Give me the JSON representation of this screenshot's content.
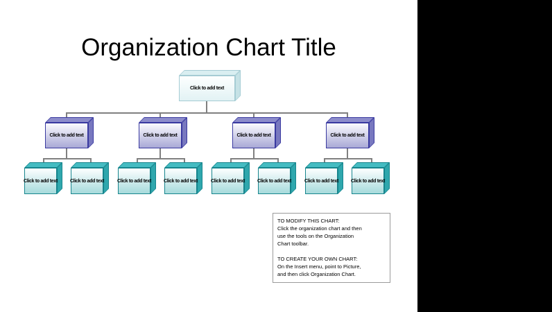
{
  "title": "Organization Chart Title",
  "org_chart": {
    "root": {
      "label": "Click to add text"
    },
    "managers": [
      {
        "label": "Click to add text"
      },
      {
        "label": "Click to add text"
      },
      {
        "label": "Click to add text"
      },
      {
        "label": "Click to add text"
      }
    ],
    "subordinates": [
      {
        "label": "Click to add text"
      },
      {
        "label": "Click to add text"
      },
      {
        "label": "Click to add text"
      },
      {
        "label": "Click to add text"
      },
      {
        "label": "Click to add text"
      },
      {
        "label": "Click to add text"
      },
      {
        "label": "Click to add text"
      },
      {
        "label": "Click to add text"
      }
    ]
  },
  "instructions": {
    "modify": {
      "heading": "TO MODIFY THIS CHART:",
      "lines": [
        "Click the organization chart and then",
        "use the tools on the Organization",
        "Chart toolbar."
      ]
    },
    "create": {
      "heading": "TO CREATE YOUR OWN CHART:",
      "lines": [
        "On the Insert menu, point to Picture,",
        "and then click Organization Chart."
      ]
    }
  },
  "colors": {
    "connector": "#808080",
    "level1_border": "#a5ccd4",
    "level2_border": "#3939a0",
    "level3_border": "#17858d",
    "right_panel": "#000000",
    "background": "#ffffff"
  }
}
